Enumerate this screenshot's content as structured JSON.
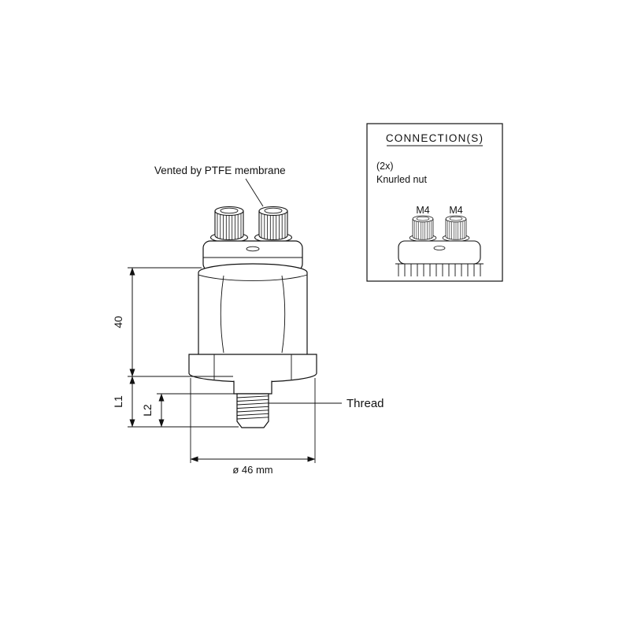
{
  "labels": {
    "vented": "Vented by PTFE membrane",
    "dim_40": "40",
    "dim_l1": "L1",
    "dim_l2": "L2",
    "dim_diameter": "ø 46 mm",
    "thread": "Thread"
  },
  "connection_box": {
    "title": "CONNECTION(S)",
    "qty": "(2x)",
    "type": "Knurled nut",
    "m4_left": "M4",
    "m4_right": "M4"
  },
  "colors": {
    "line": "#111111",
    "background": "#ffffff"
  }
}
